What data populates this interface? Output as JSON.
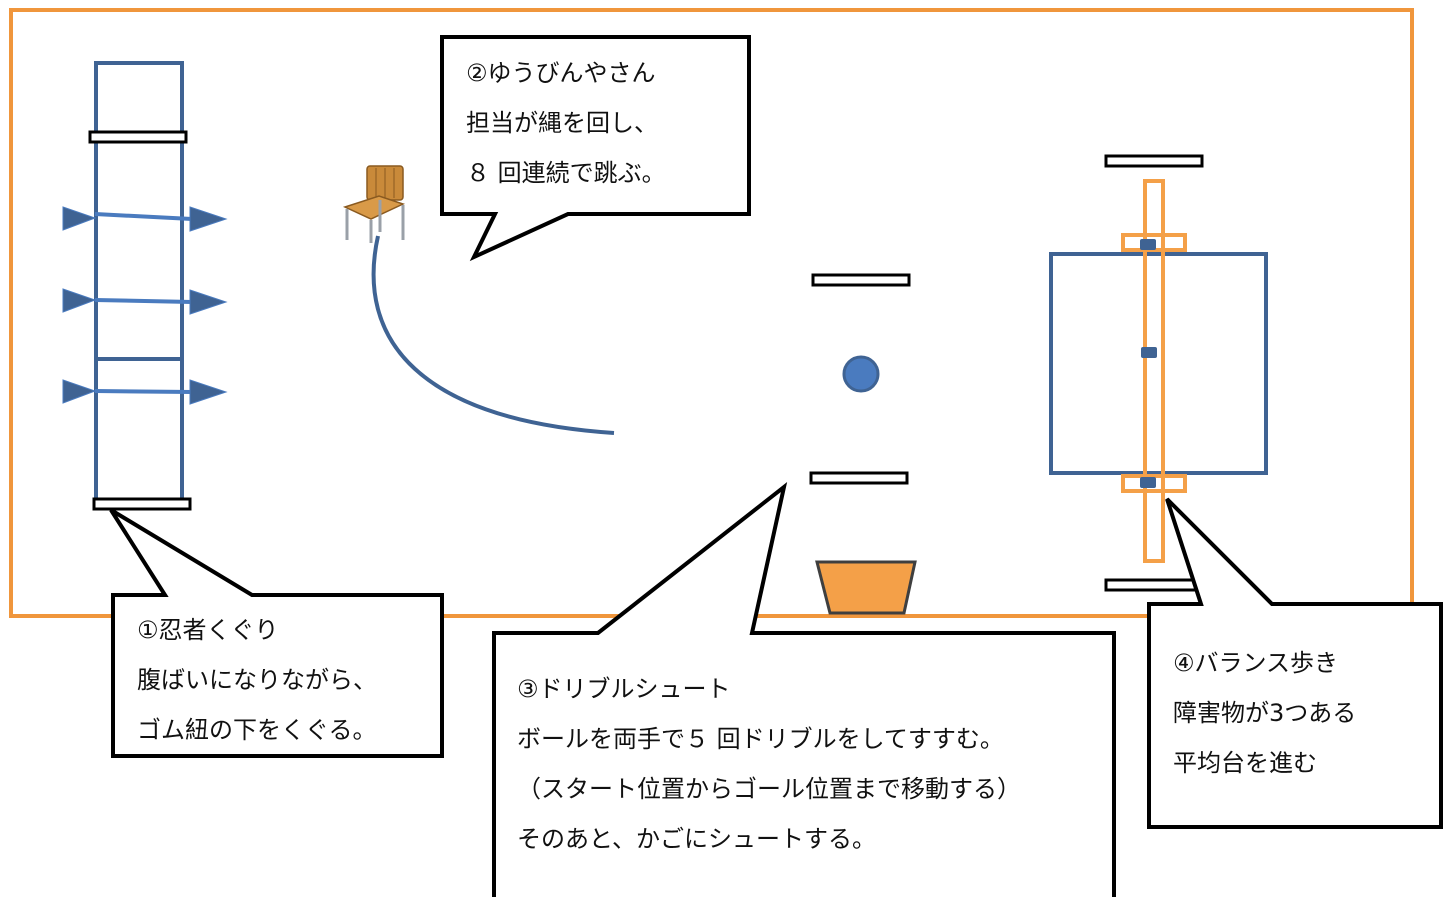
{
  "colors": {
    "area_border": "#F0963C",
    "equipment_blue": "#3F6393",
    "arrow_blue": "#4A7BBF",
    "ball_blue": "#4A7BBF",
    "basket_orange": "#F4A048",
    "beam_orange": "#F4A048",
    "marker_black": "#000000",
    "chair_wood": "#C98A3A"
  },
  "callouts": {
    "station1": {
      "title": "①忍者くぐり",
      "lines": [
        "腹ばいになりながら、",
        "ゴム紐の下をくぐる。"
      ]
    },
    "station2": {
      "title": "②ゆうびんやさん",
      "lines": [
        "担当が縄を回し、",
        "８ 回連続で跳ぶ。"
      ]
    },
    "station3": {
      "title": "③ドリブルシュート",
      "lines": [
        "ボールを両手で５ 回ドリブルをしてすすむ。",
        "（スタート位置からゴール位置まで移動する）",
        "そのあと、かごにシュートする。"
      ]
    },
    "station4": {
      "title": "④バランス歩き",
      "lines": [
        "障害物が3つある",
        "平均台を進む"
      ]
    }
  },
  "icons": {
    "chair": "chair-icon",
    "ball": "ball-icon",
    "basket": "basket-icon",
    "arrow": "arrow-icon"
  }
}
